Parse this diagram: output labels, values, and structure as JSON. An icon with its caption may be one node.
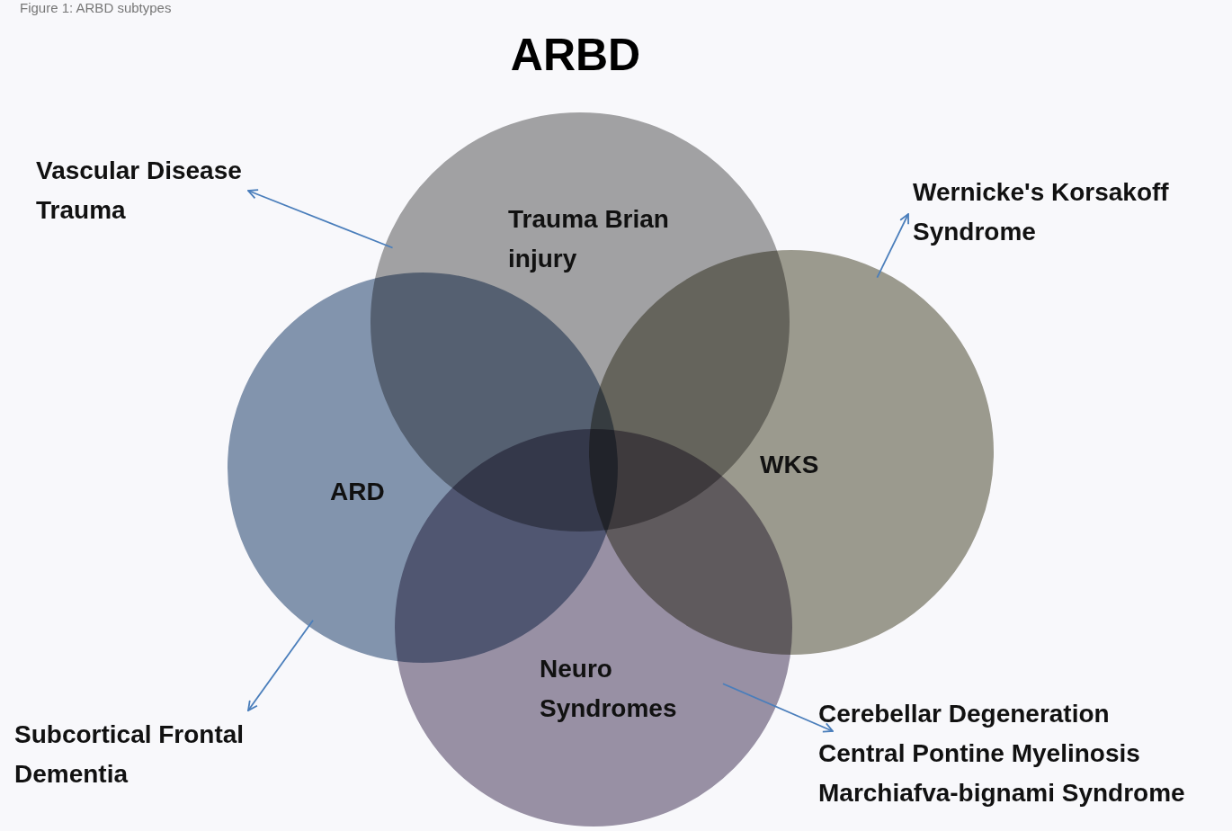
{
  "diagram": {
    "title": "ARBD",
    "caption": "Figure 1: ARBD subtypes",
    "nodes": [
      {
        "text": [
          "Trauma Brian injury"
        ]
      },
      {
        "text": [
          "ARD"
        ]
      },
      {
        "text": [
          "WKS"
        ]
      },
      {
        "text": [
          "Neuro Syndromes"
        ]
      },
      {
        "text": [
          "Vascular Disease",
          "Trauma"
        ]
      },
      {
        "text": [
          "Wernicke's Korsakoff Syndrome"
        ]
      },
      {
        "text": [
          "Subcortical Frontal Dementia"
        ]
      },
      {
        "text": [
          "Cerebellar Degeneration",
          "Central Pontine Myelinosis",
          "Marchiafva-bignami Syndrome"
        ]
      }
    ],
    "edges": [
      {
        "from": 0,
        "to": 4,
        "arrow": "to"
      },
      {
        "from": 2,
        "to": 5,
        "arrow": "to"
      },
      {
        "from": 1,
        "to": 6,
        "arrow": "to"
      },
      {
        "from": 3,
        "to": 7,
        "arrow": "to"
      }
    ]
  }
}
